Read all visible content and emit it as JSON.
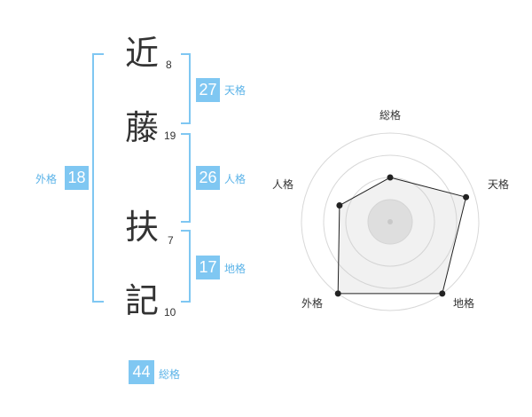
{
  "name": {
    "chars": [
      {
        "char": "近",
        "strokes": "8"
      },
      {
        "char": "藤",
        "strokes": "19"
      },
      {
        "char": "扶",
        "strokes": "7"
      },
      {
        "char": "記",
        "strokes": "10"
      }
    ]
  },
  "fortune": {
    "tenkaku": {
      "value": "27",
      "label": "天格"
    },
    "jinkaku": {
      "value": "26",
      "label": "人格"
    },
    "chikaku": {
      "value": "17",
      "label": "地格"
    },
    "gaikaku": {
      "value": "18",
      "label": "外格"
    },
    "soukaku": {
      "value": "44",
      "label": "総格"
    }
  },
  "colors": {
    "accent": "#7fc7f2",
    "bracket": "#7fc7f2",
    "label": "#5bb3e8",
    "text": "#333333"
  },
  "chart_data": {
    "type": "radar",
    "axes": [
      "総格",
      "天格",
      "地格",
      "外格",
      "人格"
    ],
    "values": [
      2.5,
      4.5,
      5.0,
      5.0,
      3.0
    ],
    "range": [
      0,
      5
    ],
    "rings": 4,
    "grid": true
  }
}
